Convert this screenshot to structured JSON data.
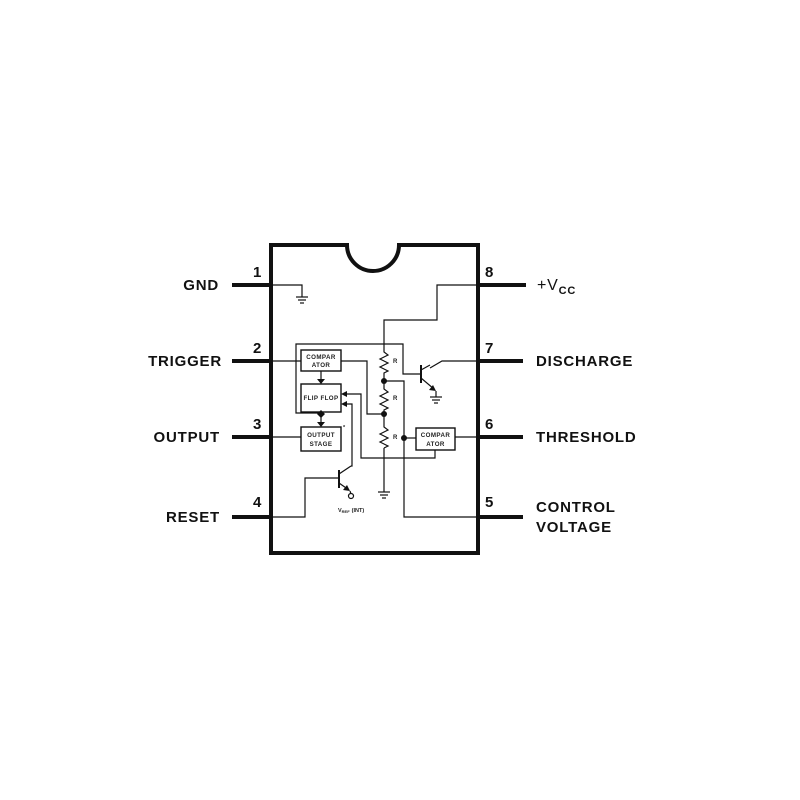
{
  "diagram": {
    "type": "ic-pinout-block-diagram",
    "package": "8-pin DIP",
    "colors": {
      "ink": "#111111",
      "background": "#ffffff"
    }
  },
  "pins": {
    "left": [
      {
        "number": "1",
        "label": "GND"
      },
      {
        "number": "2",
        "label": "TRIGGER"
      },
      {
        "number": "3",
        "label": "OUTPUT"
      },
      {
        "number": "4",
        "label": "RESET"
      }
    ],
    "right": [
      {
        "number": "8",
        "label": "+V",
        "label_sub": "CC"
      },
      {
        "number": "7",
        "label": "DISCHARGE"
      },
      {
        "number": "6",
        "label": "THRESHOLD"
      },
      {
        "number": "5",
        "label": "CONTROL",
        "label_line2": "VOLTAGE"
      }
    ]
  },
  "blocks": {
    "comparator_trigger": {
      "line1": "COMPAR",
      "line2": "ATOR"
    },
    "flip_flop": {
      "label": "FLIP FLOP"
    },
    "output_stage": {
      "line1": "OUTPUT",
      "line2": "STAGE"
    },
    "comparator_threshold": {
      "line1": "COMPAR",
      "line2": "ATOR"
    }
  },
  "resistors": [
    {
      "label": "R"
    },
    {
      "label": "R"
    },
    {
      "label": "R"
    }
  ],
  "vref": {
    "label": "V",
    "label_sub": "REF",
    "suffix": "(INT)"
  }
}
